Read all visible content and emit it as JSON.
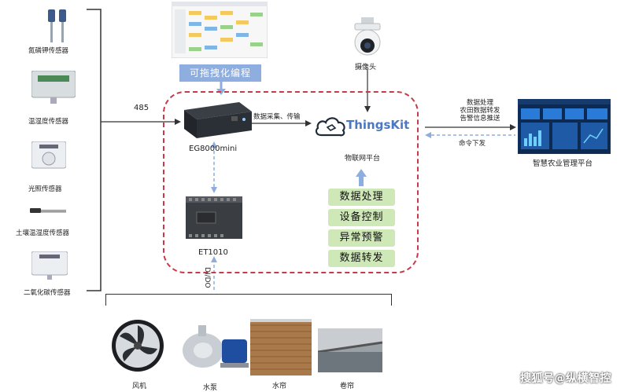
{
  "sensors": [
    {
      "label": "氮磷钾传感器"
    },
    {
      "label": "温湿度传感器"
    },
    {
      "label": "光照传感器"
    },
    {
      "label": "土壤温湿度传感器"
    },
    {
      "label": "二氧化碳传感器"
    }
  ],
  "connections": {
    "rs485": "485",
    "data_collect": "数据采集、传输",
    "dido": "DI/DO",
    "right_top_lines": [
      "数据处理",
      "农田数据转发",
      "告警信息推送"
    ],
    "command": "命令下发"
  },
  "programming": {
    "label": "可拖拽化编程"
  },
  "gateway": {
    "name": "EG8000mini"
  },
  "io_module": {
    "name": "ET1010"
  },
  "camera": {
    "label": "摄像头"
  },
  "platform": {
    "logo_text": "ThingsKit",
    "label": "物联网平台",
    "functions": [
      "数据处理",
      "设备控制",
      "异常预警",
      "数据转发"
    ]
  },
  "management": {
    "label": "智慧农业管理平台"
  },
  "devices": [
    {
      "label": "风机"
    },
    {
      "label": "水泵"
    },
    {
      "label": "水帘"
    },
    {
      "label": "卷帘"
    }
  ],
  "watermark": "搜狐号@纵横智控",
  "colors": {
    "dashed_border": "#c73a4a",
    "function_bg": "#cfe8b7",
    "arrow_blue": "#8eaee0",
    "dashboard_bg": "#0c2a52"
  }
}
